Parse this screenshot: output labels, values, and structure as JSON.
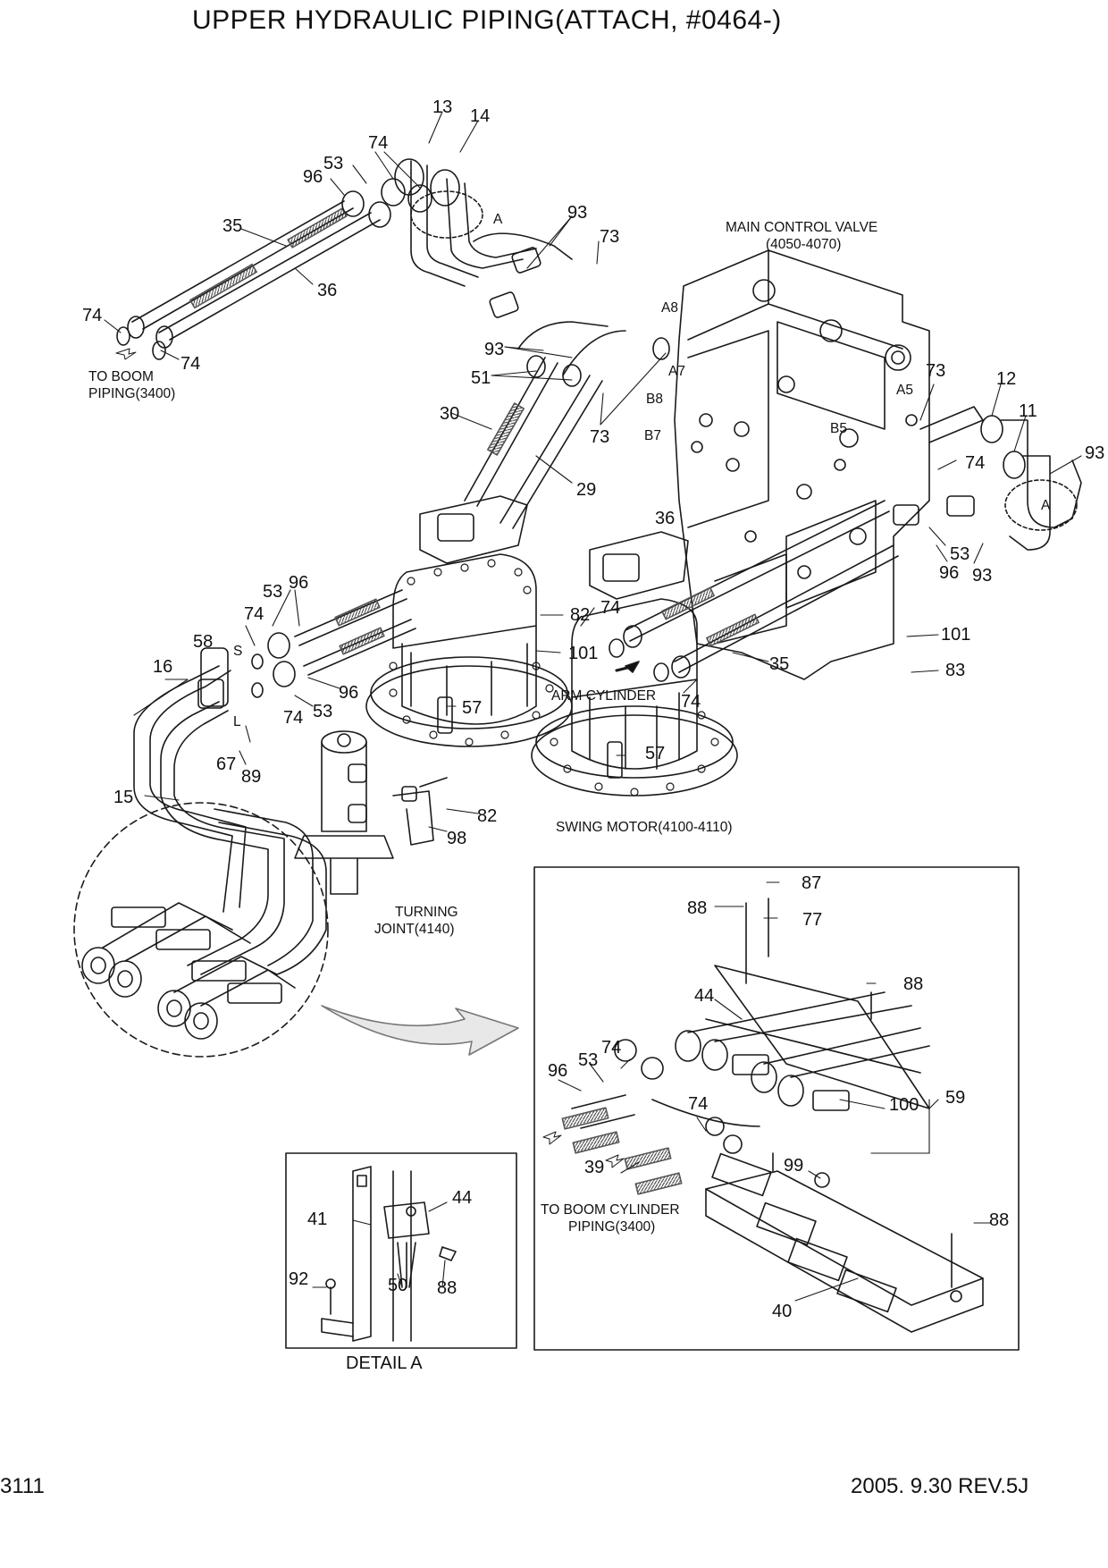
{
  "title": "UPPER HYDRAULIC PIPING(ATTACH, #0464-)",
  "footer": {
    "page": "3111",
    "revision": "2005. 9.30 REV.5J"
  },
  "labels": {
    "main_control_valve": "MAIN CONTROL VALVE",
    "main_control_valve_ref": "(4050-4070)",
    "to_boom_piping_1": "TO BOOM",
    "to_boom_piping_2": "PIPING(3400)",
    "arm_cylinder": "ARM CYLINDER",
    "swing_motor": "SWING MOTOR(4100-4110)",
    "turning_joint_1": "TURNING",
    "turning_joint_2": "JOINT(4140)",
    "to_boom_cylinder_1": "TO BOOM CYLINDER",
    "to_boom_cylinder_2": "PIPING(3400)",
    "detail_a": "DETAIL A",
    "port_a8": "A8",
    "port_a7": "A7",
    "port_b8": "B8",
    "port_b7": "B7",
    "port_a5": "A5",
    "port_b5": "B5",
    "port_s": "S",
    "port_l": "L",
    "section_a_1": "A",
    "section_a_2": "A"
  },
  "callouts": {
    "c13": "13",
    "c14": "14",
    "c74_top": "74",
    "c53_top": "53",
    "c96_top": "96",
    "c35_top": "35",
    "c36_top": "36",
    "c74_left1": "74",
    "c74_left2": "74",
    "c93_a": "93",
    "c73_a": "73",
    "c93_b": "93",
    "c51": "51",
    "c30": "30",
    "c29": "29",
    "c73_b": "73",
    "c73_c": "73",
    "c12": "12",
    "c11": "11",
    "c93_c": "93",
    "c74_c": "74",
    "c36_mid": "36",
    "c53_right": "53",
    "c96_right": "96",
    "c93_d": "93",
    "c101_right": "101",
    "c83": "83",
    "c35_mid": "35",
    "c53_left": "53",
    "c96_left": "96",
    "c74_l1": "74",
    "c58": "58",
    "c16": "16",
    "c96_l2": "96",
    "c74_l2": "74",
    "c53_l2": "53",
    "c82_a": "82",
    "c74_m": "74",
    "c101_m": "101",
    "c74_arm": "74",
    "c57_a": "57",
    "c57_b": "57",
    "c67": "67",
    "c89": "89",
    "c15": "15",
    "c82_b": "82",
    "c98": "98",
    "c87": "87",
    "c88_a": "88",
    "c77": "77",
    "c88_b": "88",
    "c44_d": "44",
    "c74_d1": "74",
    "c53_d": "53",
    "c96_d": "96",
    "c74_d2": "74",
    "c100": "100",
    "c59": "59",
    "c39": "39",
    "c99": "99",
    "c88_c": "88",
    "c40": "40",
    "c41": "41",
    "c44_e": "44",
    "c92": "92",
    "c50": "50",
    "c88_e": "88"
  }
}
